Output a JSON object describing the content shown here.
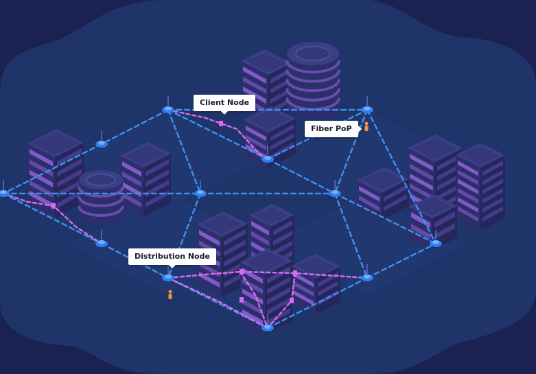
{
  "labels": {
    "client_node": "Client Node",
    "fiber_pop": "Fiber PoP",
    "distribution_node": "Distribution Node"
  },
  "colors": {
    "background_outer": "#1b2150",
    "background_inner": "#1f3468",
    "ground_tile": "#213a74",
    "building_top": "#3b3f86",
    "building_side": "#2c2f6c",
    "window_glow": "#8f63d8",
    "fiber_link": "#3d8ff0",
    "client_link": "#d56bef",
    "node_icon": "#2f7df2",
    "person_icon": "#ef9340",
    "callout_bg": "#ffffff",
    "callout_text": "#17192e"
  },
  "icons": {
    "node": "network-node-icon",
    "person": "person-icon"
  }
}
